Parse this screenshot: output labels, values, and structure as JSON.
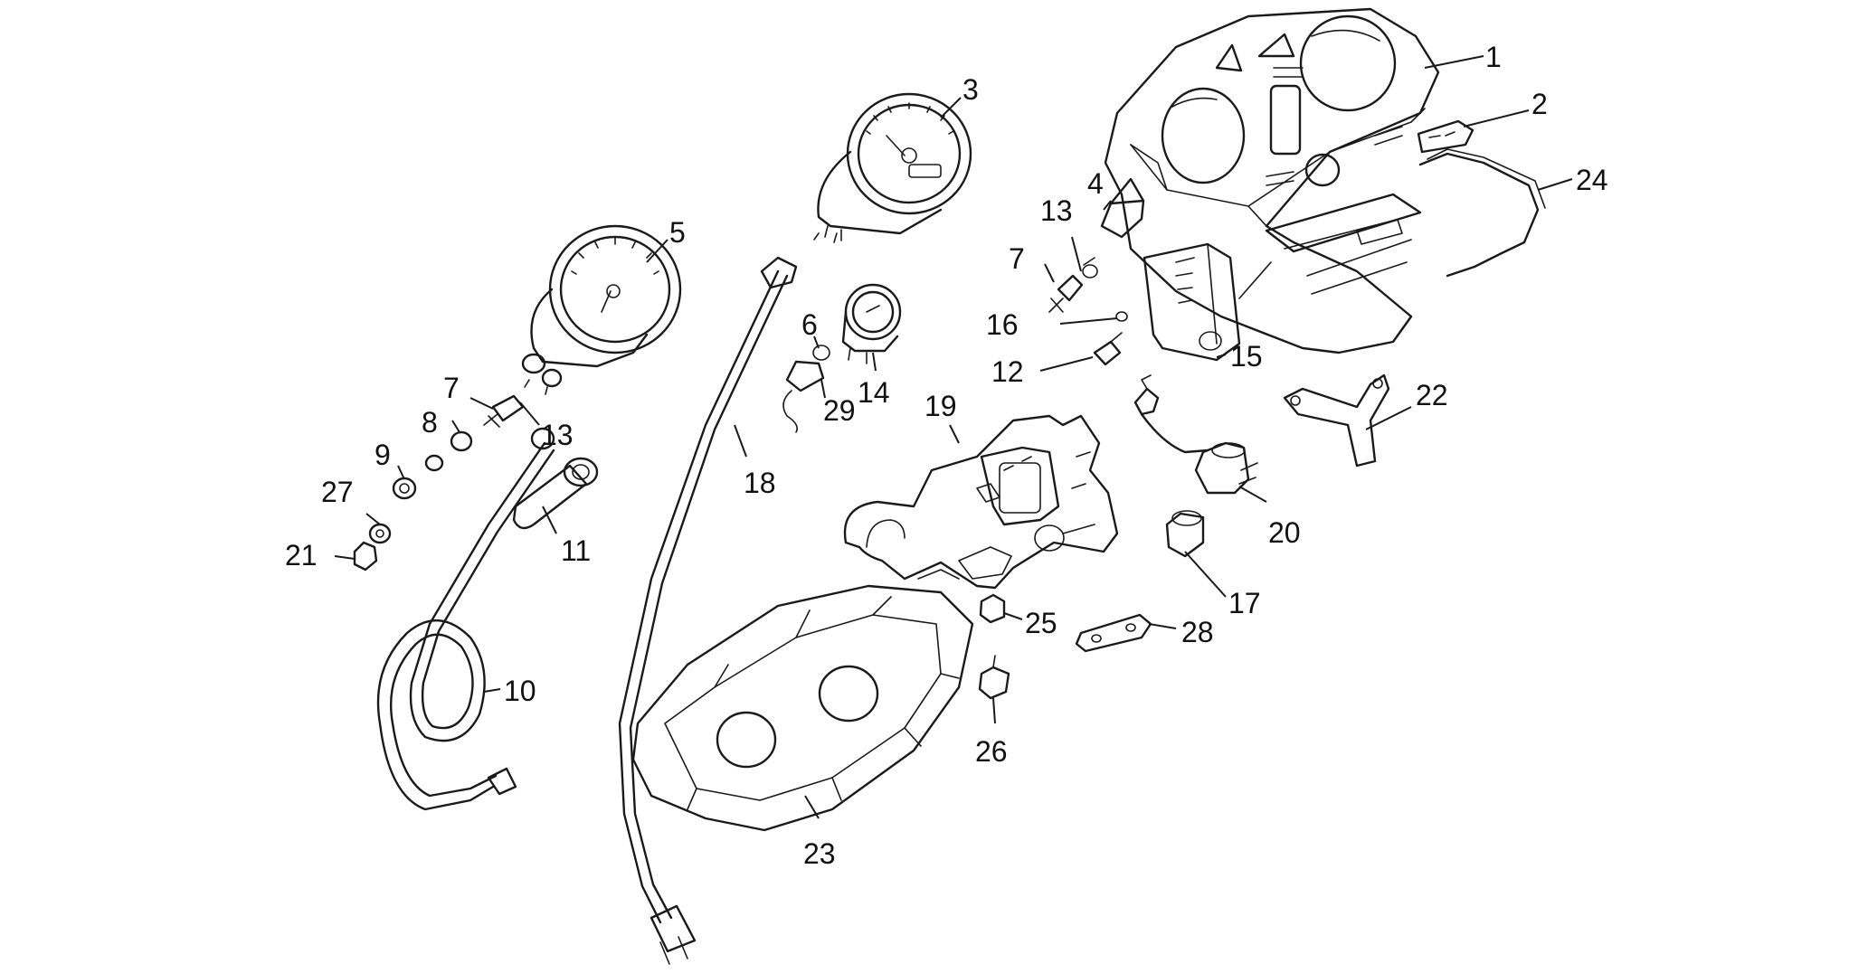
{
  "callouts": [
    "1",
    "2",
    "3",
    "4",
    "5",
    "6",
    "7",
    "7",
    "8",
    "9",
    "10",
    "11",
    "12",
    "13",
    "13",
    "14",
    "15",
    "16",
    "17",
    "18",
    "19",
    "20",
    "21",
    "22",
    "23",
    "24",
    "25",
    "26",
    "27",
    "28",
    "29"
  ]
}
